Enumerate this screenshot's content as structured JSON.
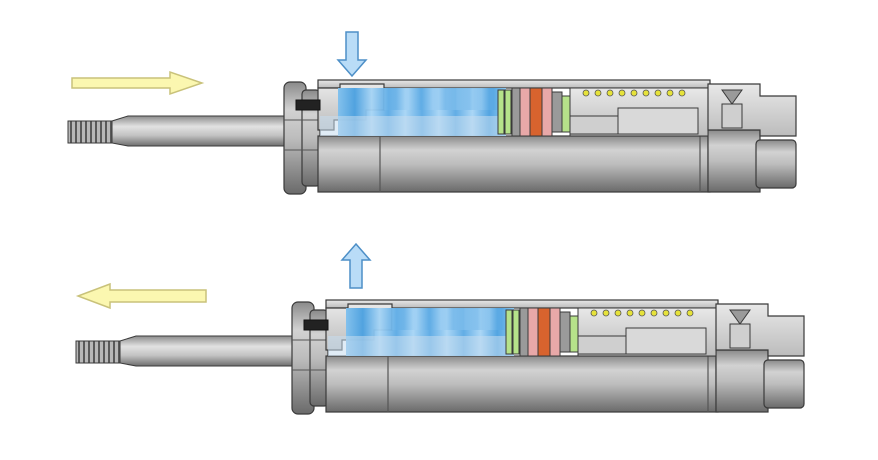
{
  "colors": {
    "background": "#ffffff",
    "steel_light": "#d6d6d6",
    "steel_mid": "#a8a8a8",
    "steel_dark": "#6e6e6e",
    "outline": "#3a3a3a",
    "air_fill": "#8cc8f0",
    "air_stripe": "#4aa0e0",
    "motion_arrow_fill": "#fbf7b0",
    "motion_arrow_stroke": "#c9c27a",
    "air_arrow_fill": "#b9dcf7",
    "air_arrow_stroke": "#4d8fc7",
    "seal_green": "#b6e28a",
    "seal_red": "#d8632e",
    "seal_pink": "#e8a8a8",
    "spring_dot": "#e6e23a"
  },
  "panels": [
    {
      "state": "extend",
      "rod_motion": "right",
      "air_flow": "in",
      "air_port_icon": "down-arrow-icon",
      "motion_icon": "right-arrow-icon"
    },
    {
      "state": "retract",
      "rod_motion": "left",
      "air_flow": "out",
      "air_port_icon": "up-arrow-icon",
      "motion_icon": "left-arrow-icon"
    }
  ]
}
